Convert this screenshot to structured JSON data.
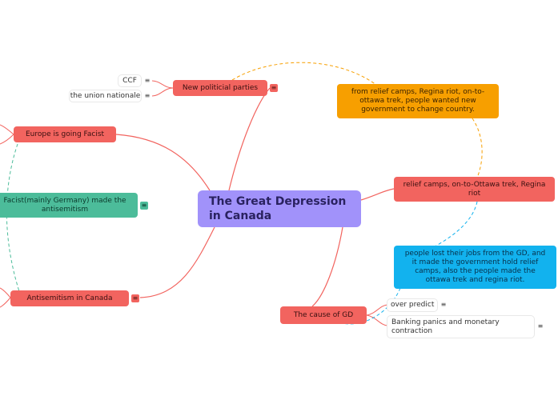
{
  "central": "The Great Depression in Canada",
  "nodes": {
    "new_parties": "New politicial parties",
    "ccf": "CCF",
    "union_nationale": "the union nationale",
    "europe_facist": "Europe is going  Facist",
    "facist_germany": "Facist(mainly Germany) made the antisemitism",
    "antisemitism": "Antisemitism in Canada",
    "relief_camps": "relief camps, on-to-Ottawa trek, Regina riot",
    "from_relief": "from relief camps, Regina riot, on-to-ottawa trek, people wanted new government to change country.",
    "people_lost": "people lost their jobs from the GD, and it made the government hold relief camps, also the people made the ottawa trek and regina riot.",
    "cause": "The cause of GD",
    "over_predict": "over predict",
    "banking": "Banking panics and monetary contraction"
  },
  "icons": {
    "menu": "≡"
  },
  "colors": {
    "topic": "#f2645f",
    "central": "#a192fa",
    "note_orange": "#f79f00",
    "note_blue": "#12b2ee",
    "note_green": "#4cbc9a"
  }
}
